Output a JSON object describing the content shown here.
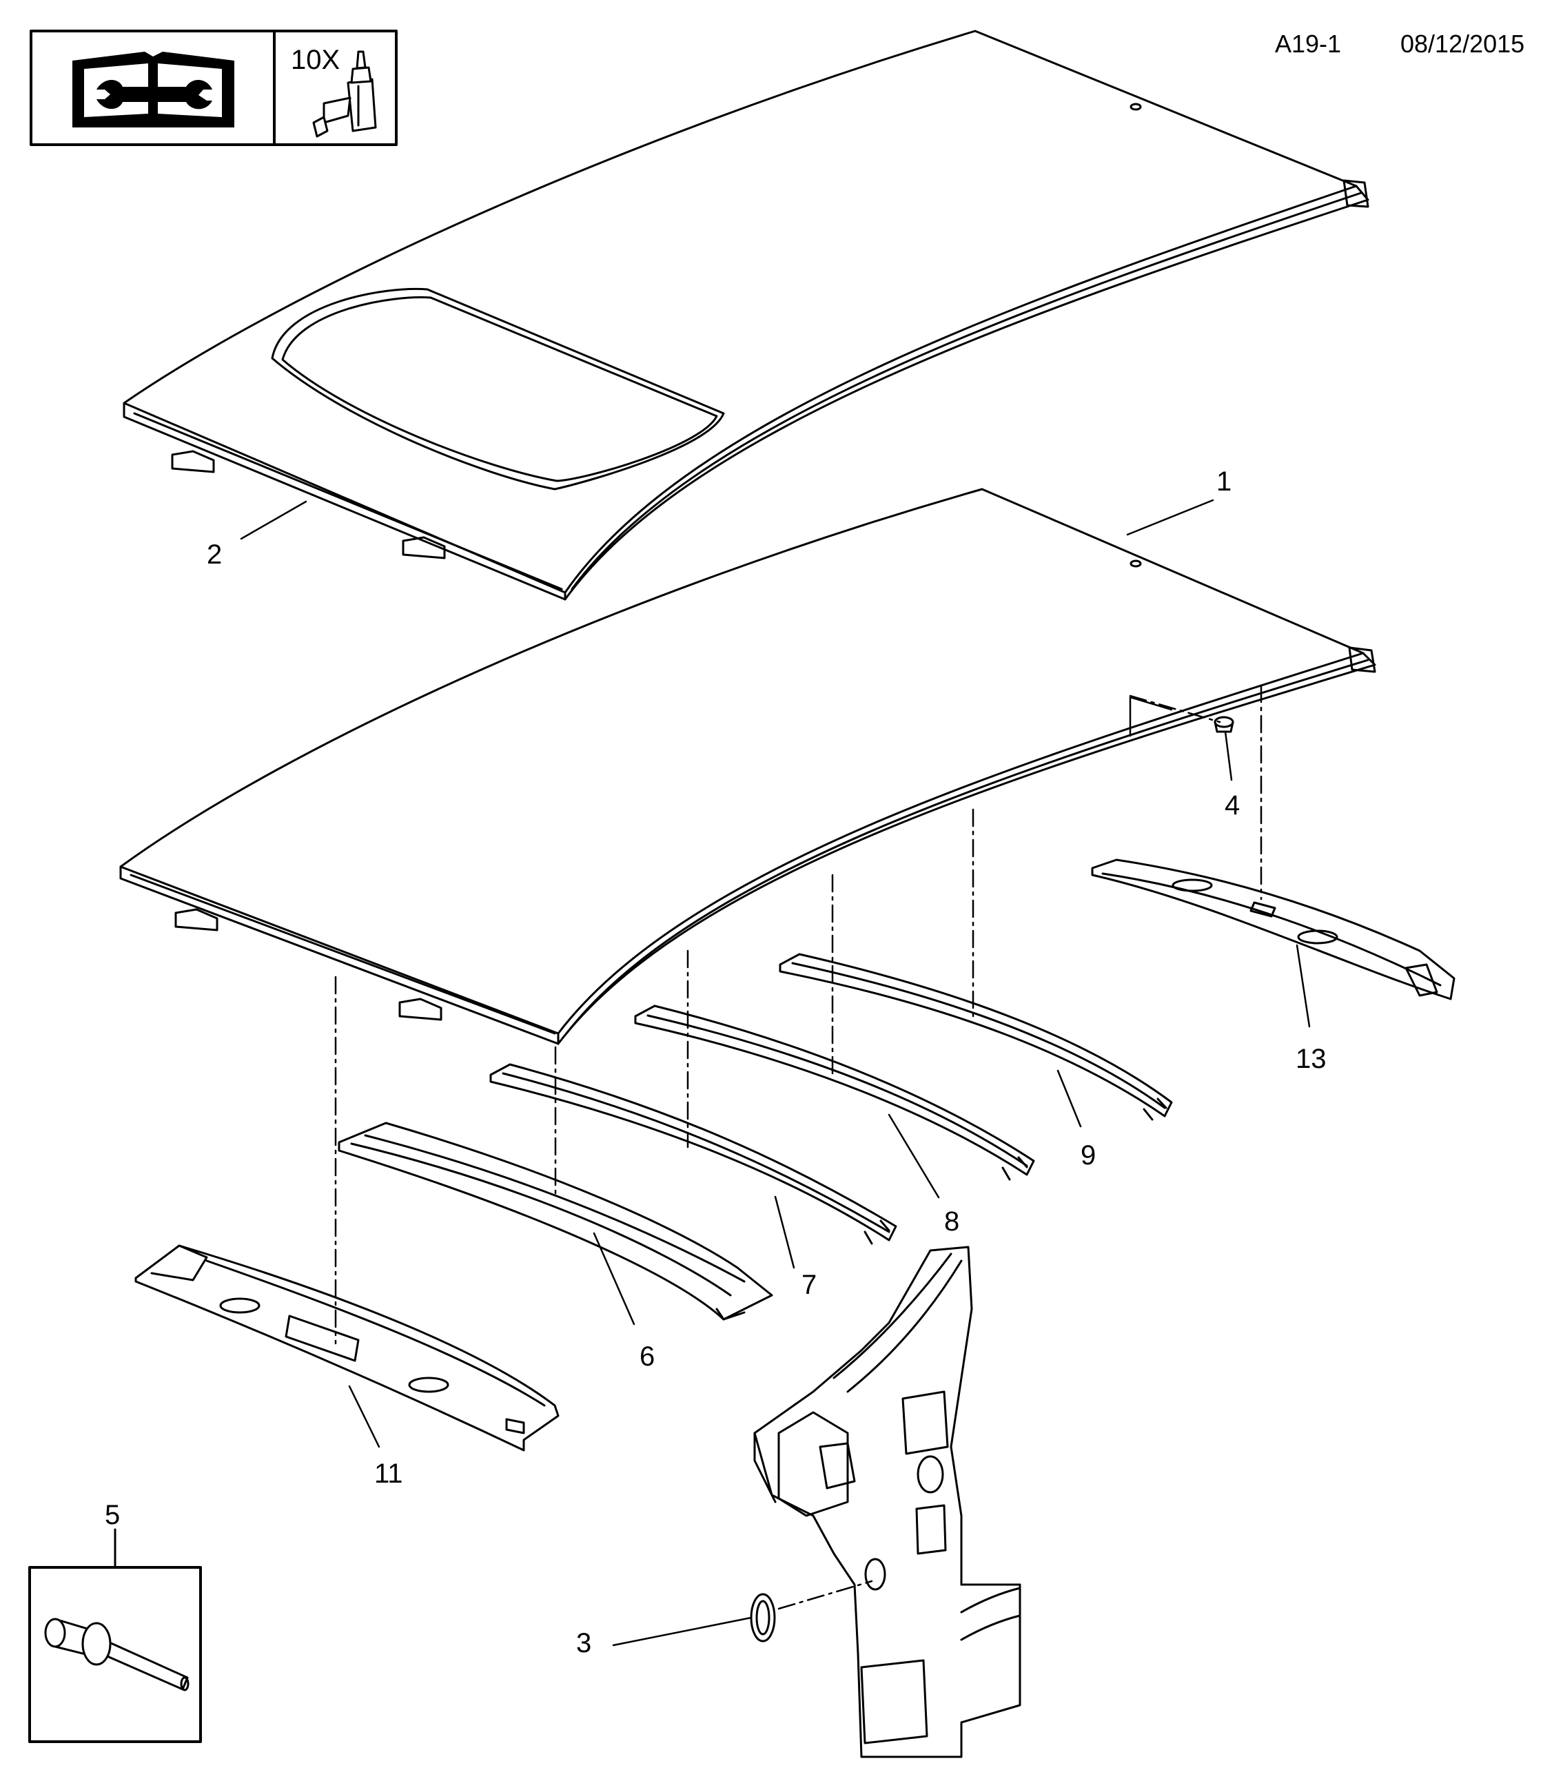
{
  "header": {
    "diagram_code": "A19-1",
    "date": "08/12/2015",
    "quantity_badge": "10X"
  },
  "icons": {
    "manual": "repair-manual-icon",
    "adhesive": "adhesive-bottle-icon",
    "rivet": "rivet-icon"
  },
  "parts": [
    {
      "ref": "1",
      "name": "roof-panel"
    },
    {
      "ref": "2",
      "name": "roof-panel-sunroof"
    },
    {
      "ref": "3",
      "name": "grommet"
    },
    {
      "ref": "4",
      "name": "clip"
    },
    {
      "ref": "5",
      "name": "rivet"
    },
    {
      "ref": "6",
      "name": "roof-bow-6"
    },
    {
      "ref": "7",
      "name": "roof-bow-7"
    },
    {
      "ref": "8",
      "name": "roof-bow-8"
    },
    {
      "ref": "9",
      "name": "roof-bow-9"
    },
    {
      "ref": "11",
      "name": "front-header"
    },
    {
      "ref": "13",
      "name": "rear-header"
    }
  ]
}
